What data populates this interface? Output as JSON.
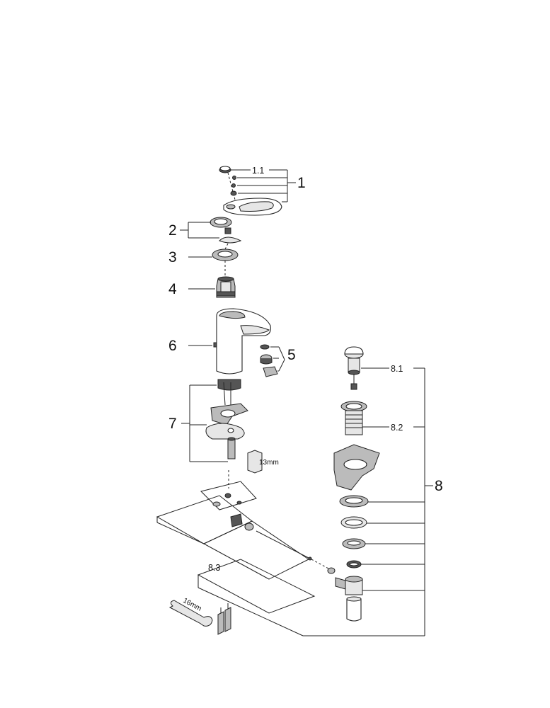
{
  "callouts": {
    "p1": "1",
    "p1_1": "1.1",
    "p2": "2",
    "p3": "3",
    "p4": "4",
    "p5": "5",
    "p6": "6",
    "p7": "7",
    "p8": "8",
    "p8_1": "8.1",
    "p8_2": "8.2",
    "p8_3": "8.3"
  },
  "tool_sizes": {
    "wrench_13": "13mm",
    "wrench_16": "16mm"
  }
}
